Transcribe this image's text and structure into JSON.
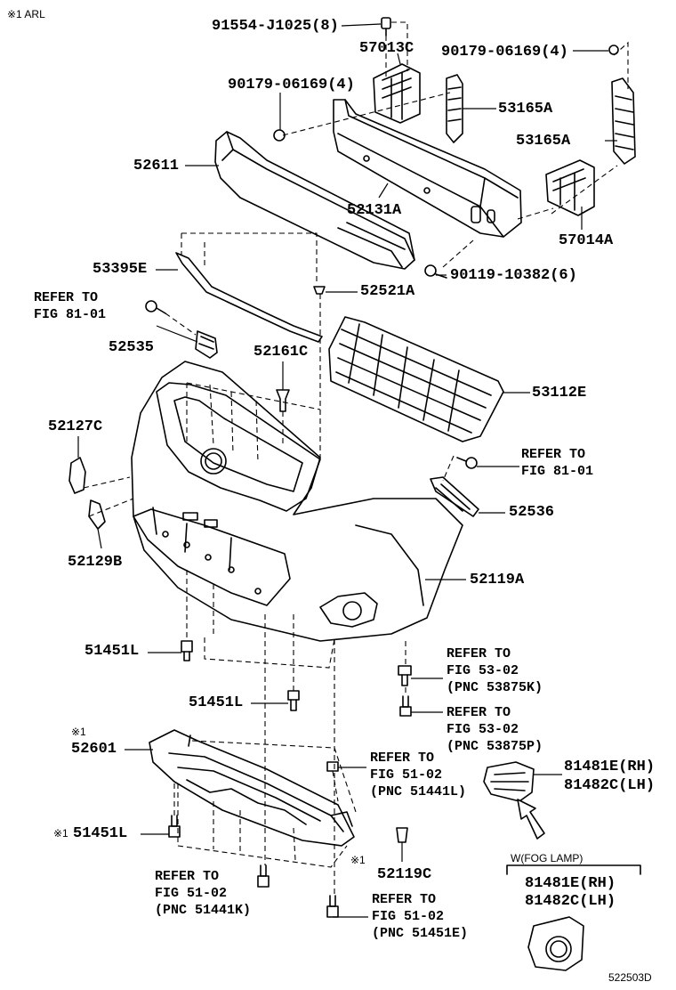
{
  "header_note": "※1 ARL",
  "footer_code": "522503D",
  "fog_lamp_note": "W(FOG LAMP)",
  "labels": {
    "p91554": "91554-J1025(8)",
    "p57013c": "57013C",
    "p90179_right": "90179-06169(4)",
    "p90179_left": "90179-06169(4)",
    "p53165a_1": "53165A",
    "p53165a_2": "53165A",
    "p52611": "52611",
    "p52131a": "52131A",
    "p57014a": "57014A",
    "p53395e": "53395E",
    "p90119": "90119-10382(6)",
    "p52521a": "52521A",
    "ref_81_01_a": [
      "REFER TO",
      "FIG 81-01"
    ],
    "p52535": "52535",
    "p52161c": "52161C",
    "p53112e": "53112E",
    "p52127c": "52127C",
    "ref_81_01_b": [
      "REFER TO",
      "FIG 81-01"
    ],
    "p52536": "52536",
    "p52129b": "52129B",
    "p52119a": "52119A",
    "p51451l_1": "51451L",
    "ref_53_02_k": [
      "REFER TO",
      "FIG 53-02",
      "(PNC 53875K)"
    ],
    "p51451l_2": "51451L",
    "ref_53_02_p": [
      "REFER TO",
      "FIG 53-02",
      "(PNC 53875P)"
    ],
    "mark_52601": "※1",
    "p52601": "52601",
    "ref_51_02_l": [
      "REFER TO",
      "FIG 51-02",
      "(PNC 51441L)"
    ],
    "p81481e_rh_top": "81481E(RH)",
    "p81482c_lh_top": "81482C(LH)",
    "mark_51451l": "※1",
    "p51451l_3": "51451L",
    "mark_52119c": "※1",
    "p52119c": "52119C",
    "ref_51_02_k": [
      "REFER TO",
      "FIG 51-02",
      "(PNC 51441K)"
    ],
    "ref_51_02_e": [
      "REFER TO",
      "FIG 51-02",
      "(PNC 51451E)"
    ],
    "p81481e_rh_bot": "81481E(RH)",
    "p81482c_lh_bot": "81482C(LH)"
  }
}
